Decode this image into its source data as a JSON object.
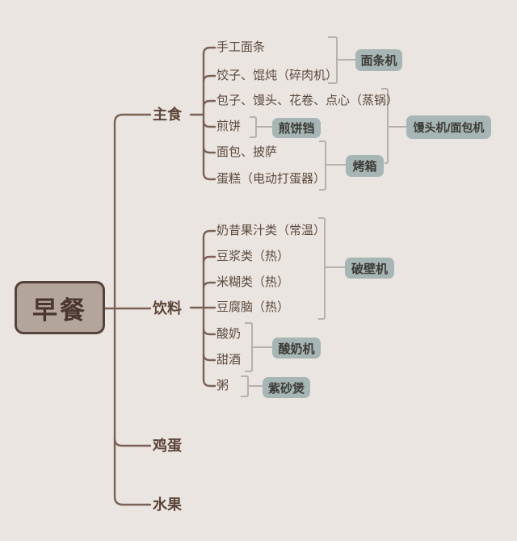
{
  "root": {
    "label": "早餐"
  },
  "branches": {
    "staple": {
      "label": "主食",
      "items": [
        "手工面条",
        "饺子、馄炖（碎肉机）",
        "包子、馒头、花卷、点心（蒸锅）",
        "煎饼",
        "面包、披萨",
        "蛋糕（电动打蛋器）"
      ]
    },
    "drinks": {
      "label": "饮料",
      "items": [
        "奶昔果汁类（常温）",
        "豆浆类（热）",
        "米糊类（热）",
        "豆腐脑（热）",
        "酸奶",
        "甜酒",
        "粥"
      ]
    },
    "eggs": {
      "label": "鸡蛋"
    },
    "fruit": {
      "label": "水果"
    }
  },
  "appliances": {
    "noodle_machine": "面条机",
    "pancake_griddle": "煎饼铛",
    "bread_machine": "馒头机/面包机",
    "oven": "烤箱",
    "blender": "破壁机",
    "yogurt_maker": "酸奶机",
    "clay_pot": "紫砂煲"
  },
  "colors": {
    "background": "#eae5e1",
    "branch_line": "#7c6156",
    "bracket_line": "#b5b1ad",
    "root_fill": "#b3a49c",
    "root_border": "#55423a",
    "root_text": "#4a362f",
    "label_text": "#5d4538",
    "leaf_text": "#5c4a3e",
    "appliance_fill": "#a5b6b4",
    "appliance_text": "#3d3a36"
  }
}
